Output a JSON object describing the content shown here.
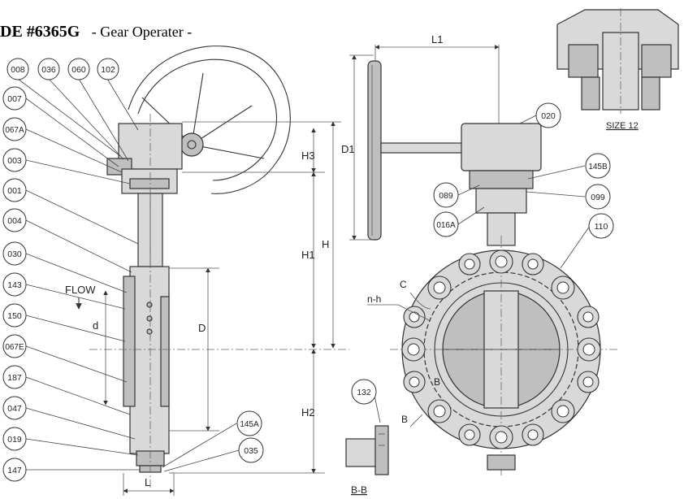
{
  "title": {
    "code": "DE #6365G",
    "subtitle": "- Gear Operater -"
  },
  "left_part_labels": [
    "008",
    "036",
    "060",
    "102",
    "007",
    "067A",
    "003",
    "001",
    "004",
    "030",
    "143",
    "150",
    "067E",
    "187",
    "047",
    "019",
    "147"
  ],
  "right_part_labels": [
    "145A",
    "035",
    "020",
    "089",
    "016A",
    "145B",
    "099",
    "110",
    "132"
  ],
  "dimensions": {
    "L1": "L1",
    "D1": "D1",
    "H3": "H3",
    "H1": "H1",
    "H": "H",
    "H2": "H2",
    "D": "D",
    "d": "d",
    "L": "L",
    "C": "C",
    "nh": "n-h",
    "B": "B"
  },
  "flow_label": "FLOW",
  "size_label": "SIZE 12",
  "section_label": "B-B"
}
